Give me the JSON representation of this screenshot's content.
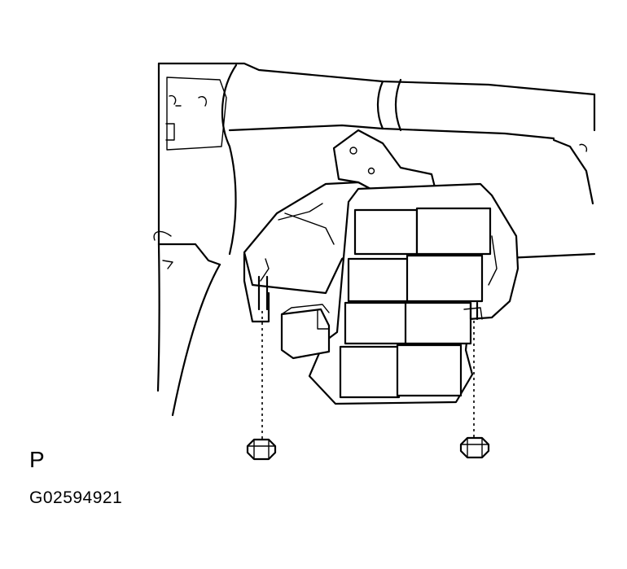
{
  "diagram": {
    "view_label": "P",
    "figure_id": "G02594921",
    "parts": {
      "column": "steering-column-assembly",
      "bracket": "mounting-bracket",
      "relay_block": "relay-block",
      "connector": "connector",
      "nuts": [
        "nut-left",
        "nut-right"
      ]
    }
  },
  "colors": {
    "line": "#000000",
    "background": "#ffffff"
  }
}
